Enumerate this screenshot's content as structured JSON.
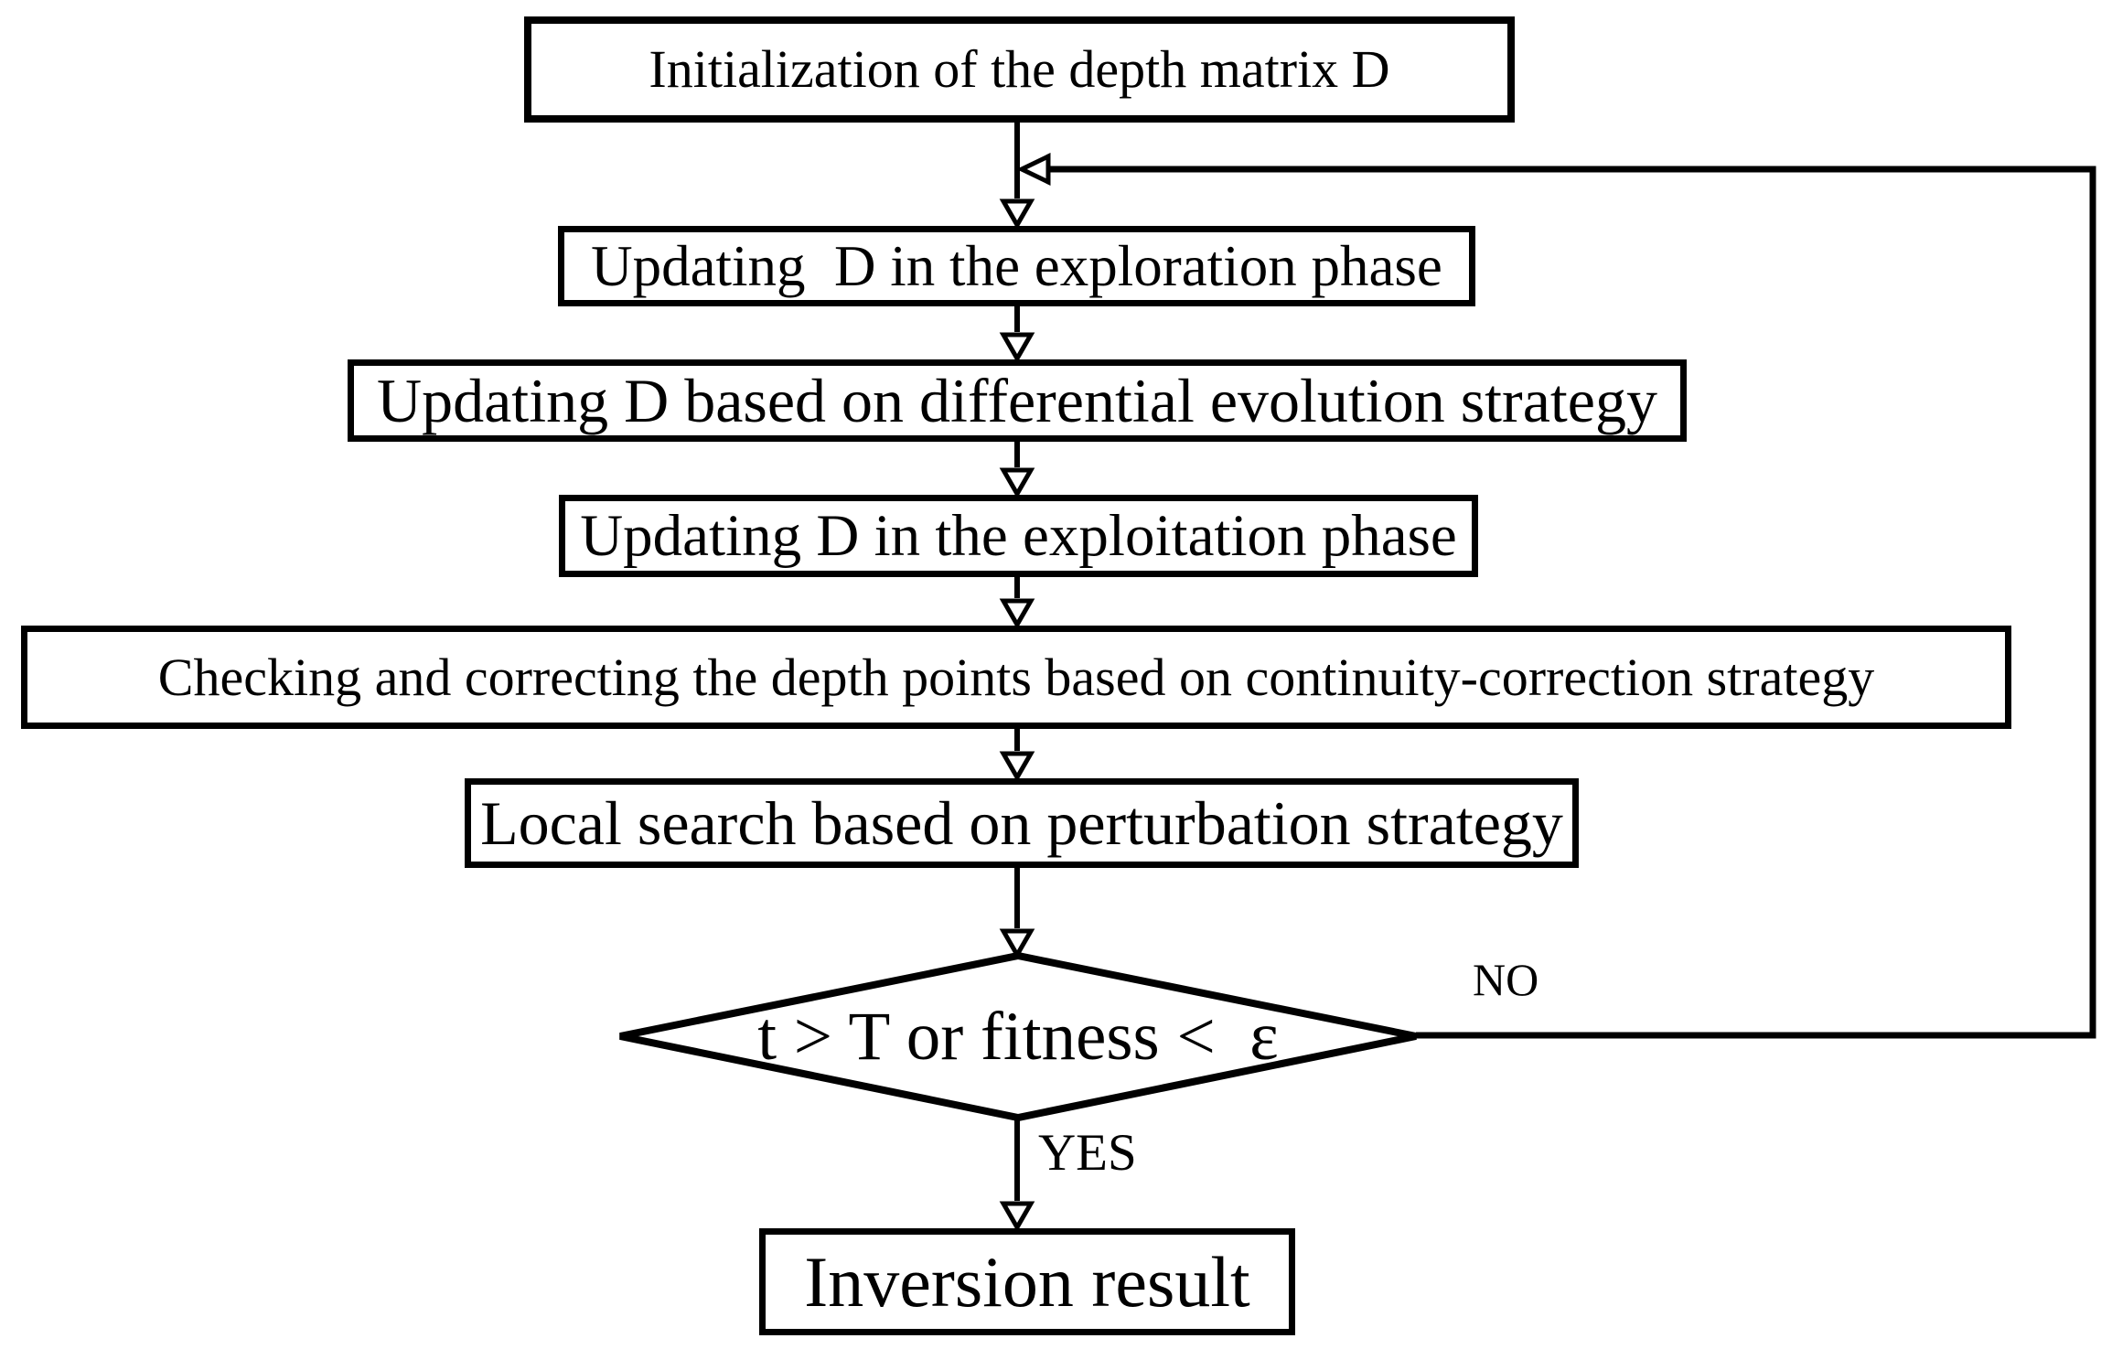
{
  "diagram": {
    "type": "flowchart",
    "colors": {
      "stroke": "#000000",
      "fill": "#ffffff"
    },
    "steps": [
      {
        "id": "init",
        "shape": "rect",
        "label": "Initialization of the depth matrix D"
      },
      {
        "id": "exploration",
        "shape": "rect",
        "label": "Updating  D in the exploration phase"
      },
      {
        "id": "differential",
        "shape": "rect",
        "label": "Updating D based on differential evolution strategy"
      },
      {
        "id": "exploitation",
        "shape": "rect",
        "label": "Updating D in the exploitation phase"
      },
      {
        "id": "continuity",
        "shape": "rect",
        "label": "Checking and correcting the depth points based on continuity-correction strategy"
      },
      {
        "id": "local-search",
        "shape": "rect",
        "label": "Local search based on perturbation strategy"
      },
      {
        "id": "decision",
        "shape": "diamond",
        "label": "t > T or fitness <  ε"
      },
      {
        "id": "result",
        "shape": "rect",
        "label": "Inversion result"
      }
    ],
    "branch_labels": {
      "no": "NO",
      "yes": "YES"
    }
  }
}
